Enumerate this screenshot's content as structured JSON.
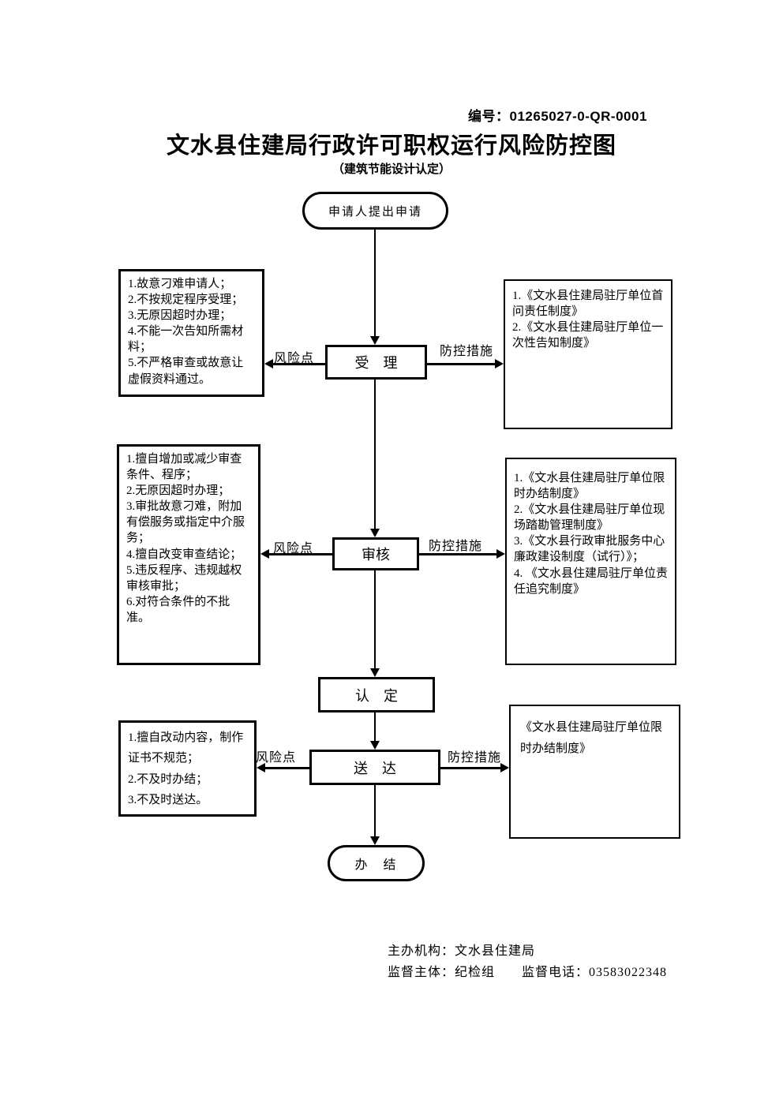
{
  "header": {
    "doc_number": "编号：01265027-0-QR-0001",
    "title": "文水县住建局行政许可职权运行风险防控图",
    "subtitle": "（建筑节能设计认定）"
  },
  "flow": {
    "start_label": "申请人提出申请",
    "end_label": "办　结",
    "risk_point_label": "风险点",
    "control_measure_label": "防控措施",
    "steps": {
      "accept": "受　理",
      "review": "审核",
      "determine": "认　定",
      "deliver": "送　达"
    }
  },
  "risk_boxes": {
    "accept": "1.故意刁难申请人；\n2.不按规定程序受理；\n3.无原因超时办理；\n4.不能一次告知所需材料；\n5.不严格审查或故意让虚假资料通过。",
    "review": "1.擅自增加或减少审查条件、程序；\n2.无原因超时办理；\n3.审批故意刁难，附加有偿服务或指定中介服务；\n4.擅自改变审查结论；\n5.违反程序、违规越权审核审批；\n6.对符合条件的不批准。",
    "deliver": "1.擅自改动内容，制作证书不规范；\n2.不及时办结；\n3.不及时送达。"
  },
  "measure_boxes": {
    "accept": "1.《文水县住建局驻厅单位首问责任制度》\n2.《文水县住建局驻厅单位一次性告知制度》",
    "review": "1.《文水县住建局驻厅单位限时办结制度》\n2.《文水县住建局驻厅单位现场踏勘管理制度》\n3.《文水县行政审批服务中心廉政建设制度（试行）》；\n4. 《文水县住建局驻厅单位责任追究制度》",
    "deliver": "《文水县住建局驻厅单位限时办结制度》"
  },
  "footer": {
    "line1": "主办机构：文水县住建局",
    "line2": "监督主体：纪检组　　监督电话：03583022348"
  }
}
